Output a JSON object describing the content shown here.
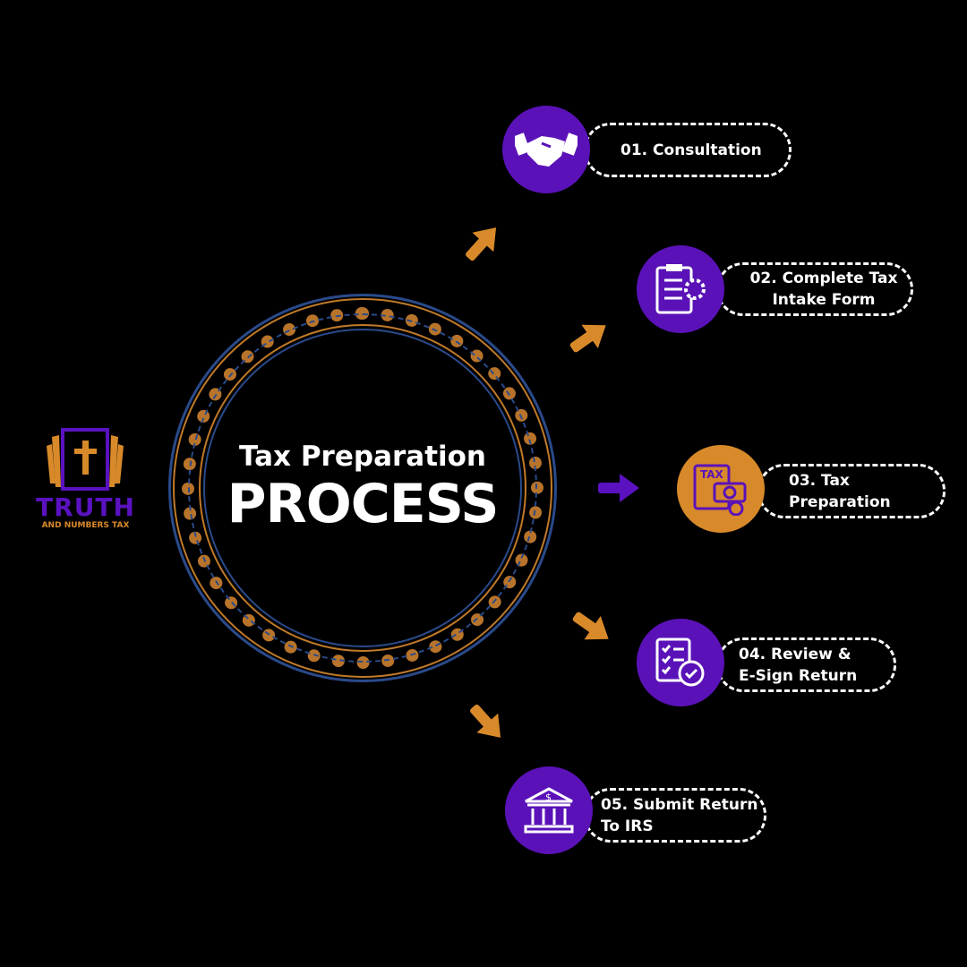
{
  "colors": {
    "purple": "#5a12b8",
    "orange": "#d88a2a",
    "background": "#000000"
  },
  "logo": {
    "name": "TRUTH",
    "subtitle": "AND NUMBERS TAX",
    "icon": "cross-ledger-icon"
  },
  "center": {
    "line1": "Tax Preparation",
    "line2": "PROCESS"
  },
  "steps": [
    {
      "lines": [
        "01. Consultation"
      ],
      "icon": "handshake-icon"
    },
    {
      "lines": [
        "02. Complete Tax",
        "Intake Form"
      ],
      "icon": "clipboard-gear-icon"
    },
    {
      "lines": [
        "03. Tax",
        "Preparation"
      ],
      "icon": "tax-document-icon"
    },
    {
      "lines": [
        "04. Review &",
        "E-Sign Return"
      ],
      "icon": "checklist-icon"
    },
    {
      "lines": [
        "05. Submit Return",
        "To IRS"
      ],
      "icon": "bank-icon"
    }
  ]
}
